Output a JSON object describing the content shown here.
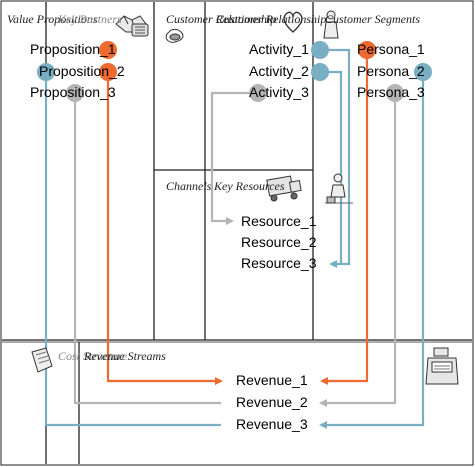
{
  "headers": {
    "value_propositions": "Value Propositions",
    "key_partners": "Key Partners",
    "key_activities": "Customer Relationship",
    "customer_relationship": "Customer Relationship",
    "customer_segments": "Customer Segments",
    "channels": "Channels",
    "key_resources": "Key Resources",
    "cost_structure": "Cost Structure",
    "revenue_streams": "Revenue Streams"
  },
  "propositions": [
    "Proposition_1",
    "Proposition_2",
    "Proposition_3"
  ],
  "activities": [
    "Activity_1",
    "Activity_2",
    "Activity_3"
  ],
  "personas": [
    "Persona_1",
    "Persona_2",
    "Persona_3"
  ],
  "resources": [
    "Resource_1",
    "Resource_2",
    "Resource_3"
  ],
  "revenues": [
    "Revenue_1",
    "Revenue_2",
    "Revenue_3"
  ],
  "colors": {
    "orange": "#ee6a30",
    "blue": "#7aaec2",
    "gray": "#b5b5b5",
    "border": "#222222"
  },
  "icons": [
    "handshake-icon",
    "heart-icon",
    "person-icon",
    "truck-icon",
    "worker-icon",
    "receipt-icon",
    "cash-register-icon",
    "clipboard-icon",
    "phone-icon"
  ]
}
